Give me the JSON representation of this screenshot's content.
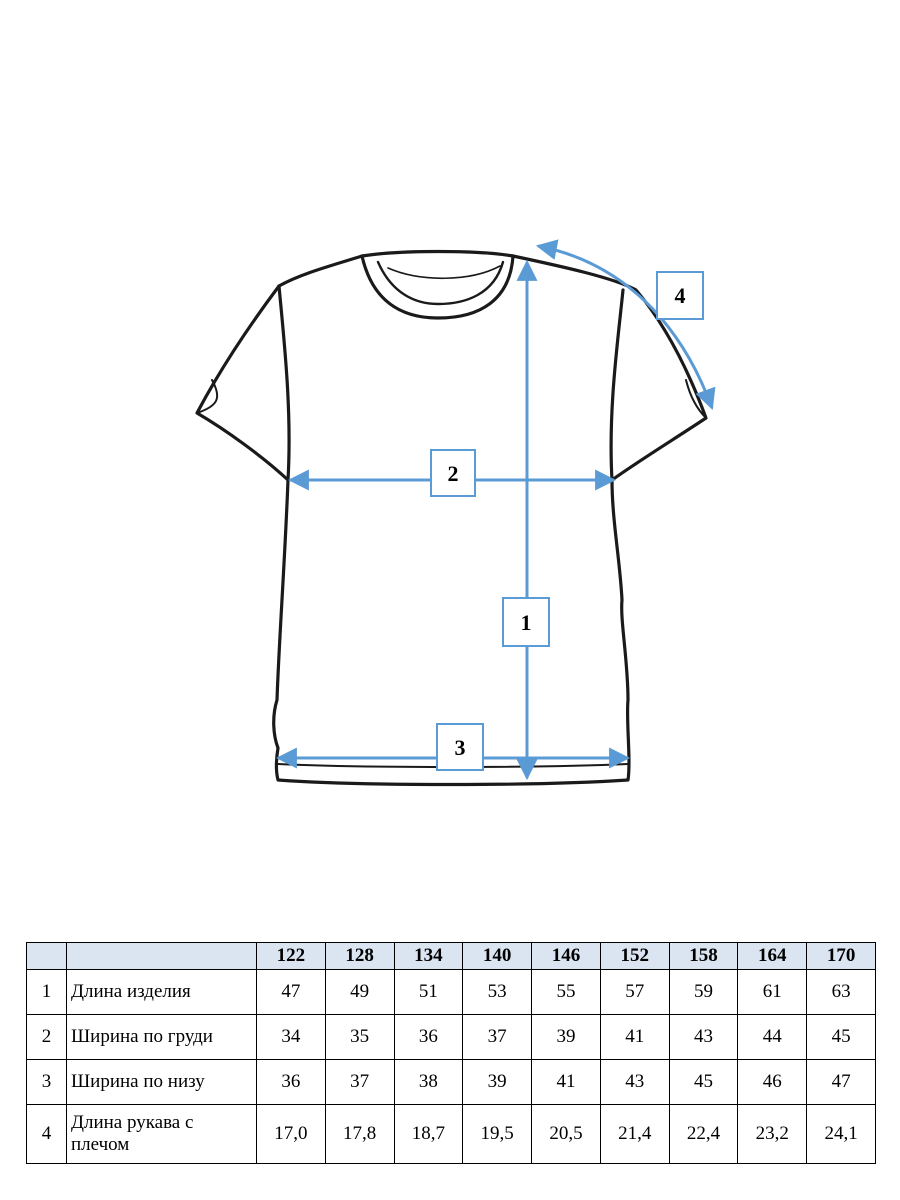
{
  "diagram": {
    "labels": [
      "1",
      "2",
      "3",
      "4"
    ],
    "arrow_color": "#5b9bd5",
    "outline_color": "#1a1a1a",
    "icon": "t-shirt-outline"
  },
  "table": {
    "header_bg": "#dbe5f1",
    "sizes": [
      "122",
      "128",
      "134",
      "140",
      "146",
      "152",
      "158",
      "164",
      "170"
    ],
    "rows": [
      {
        "num": "1",
        "name": "Длина изделия",
        "values": [
          "47",
          "49",
          "51",
          "53",
          "55",
          "57",
          "59",
          "61",
          "63"
        ]
      },
      {
        "num": "2",
        "name": "Ширина по груди",
        "values": [
          "34",
          "35",
          "36",
          "37",
          "39",
          "41",
          "43",
          "44",
          "45"
        ]
      },
      {
        "num": "3",
        "name": "Ширина по низу",
        "values": [
          "36",
          "37",
          "38",
          "39",
          "41",
          "43",
          "45",
          "46",
          "47"
        ]
      },
      {
        "num": "4",
        "name": "Длина рукава с плечом",
        "values": [
          "17,0",
          "17,8",
          "18,7",
          "19,5",
          "20,5",
          "21,4",
          "22,4",
          "23,2",
          "24,1"
        ]
      }
    ]
  }
}
